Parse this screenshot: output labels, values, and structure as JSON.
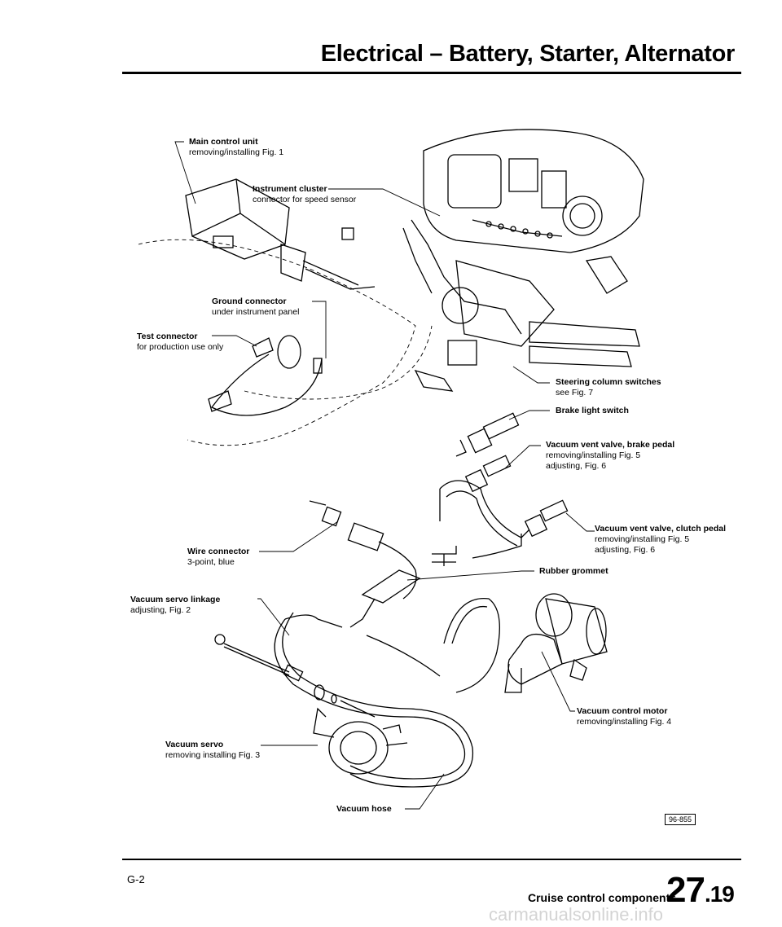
{
  "header": {
    "title": "Electrical – Battery, Starter, Alternator"
  },
  "callouts": {
    "main_control_unit": {
      "title": "Main control unit",
      "sub": "removing/installing Fig. 1"
    },
    "instrument_cluster": {
      "title": "Instrument cluster",
      "sub": "connector for speed sensor"
    },
    "ground_connector": {
      "title": "Ground connector",
      "sub": "under instrument panel"
    },
    "test_connector": {
      "title": "Test connector",
      "sub": "for production use only"
    },
    "steering_switches": {
      "title": "Steering column switches",
      "sub": "see Fig. 7"
    },
    "brake_switch": {
      "title": "Brake light switch"
    },
    "vent_brake": {
      "title": "Vacuum vent valve, brake pedal",
      "sub1": "removing/installing Fig. 5",
      "sub2": "adjusting, Fig. 6"
    },
    "vent_clutch": {
      "title": "Vacuum vent valve, clutch pedal",
      "sub1": "removing/installing Fig. 5",
      "sub2": "adjusting, Fig. 6"
    },
    "wire_connector": {
      "title": "Wire connector",
      "sub": "3-point, blue"
    },
    "rubber_grommet": {
      "title": "Rubber grommet"
    },
    "servo_linkage": {
      "title": "Vacuum servo linkage",
      "sub": "adjusting, Fig. 2"
    },
    "control_motor": {
      "title": "Vacuum control motor",
      "sub": "removing/installing Fig. 4"
    },
    "vacuum_servo": {
      "title": "Vacuum servo",
      "sub": "removing installing Fig. 3"
    },
    "vacuum_hose": {
      "title": "Vacuum hose"
    }
  },
  "footer": {
    "page_number": "G-2",
    "section_label": "Cruise control components",
    "section_number": "27",
    "section_sub": ".19",
    "image_code": "96-855",
    "watermark": "carmanualsonline.info"
  }
}
